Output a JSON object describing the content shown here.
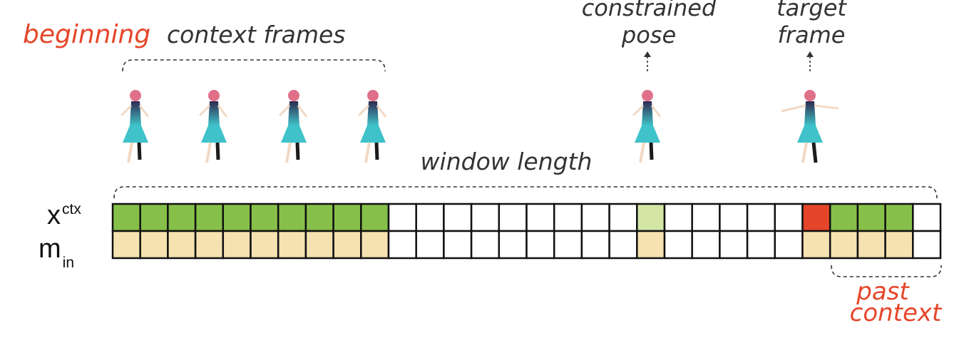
{
  "labels": {
    "beginning": "beginning",
    "context_frames": "context frames",
    "constrained_line1": "constrained",
    "constrained_line2": "pose",
    "target_line1": "target",
    "target_line2": "frame",
    "window_length": "window length",
    "past_line1": "past",
    "past_line2": "context"
  },
  "row_labels": {
    "x_base": "x",
    "x_sup": "ctx",
    "m_base": "m",
    "m_sub": "in"
  },
  "colors": {
    "context": "#86c04a",
    "constrained": "#d3e6a6",
    "target": "#e5462a",
    "mask_on": "#f6e2b0",
    "empty": "#ffffff",
    "accent_text": "#e5462a"
  },
  "grid": {
    "cell_count": 30,
    "x_row": [
      "context",
      "context",
      "context",
      "context",
      "context",
      "context",
      "context",
      "context",
      "context",
      "context",
      "empty",
      "empty",
      "empty",
      "empty",
      "empty",
      "empty",
      "empty",
      "empty",
      "empty",
      "constrained",
      "empty",
      "empty",
      "empty",
      "empty",
      "empty",
      "target",
      "context",
      "context",
      "context",
      "empty"
    ],
    "m_row": [
      "mask_on",
      "mask_on",
      "mask_on",
      "mask_on",
      "mask_on",
      "mask_on",
      "mask_on",
      "mask_on",
      "mask_on",
      "mask_on",
      "empty",
      "empty",
      "empty",
      "empty",
      "empty",
      "empty",
      "empty",
      "empty",
      "empty",
      "mask_on",
      "empty",
      "empty",
      "empty",
      "empty",
      "empty",
      "mask_on",
      "mask_on",
      "mask_on",
      "mask_on",
      "empty"
    ]
  }
}
